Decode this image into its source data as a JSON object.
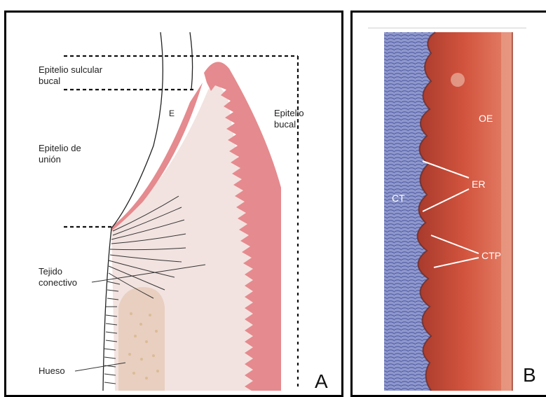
{
  "panel_a": {
    "letter": "A",
    "labels": {
      "epitelio_sulcular": [
        "Epitelio sulcular",
        "bucal"
      ],
      "epitelio_bucal": [
        "Epitelio",
        "bucal"
      ],
      "enamel": "E",
      "epitelio_union": [
        "Epitelio de",
        "unión"
      ],
      "tejido_conectivo": [
        "Tejido",
        "conectivo"
      ],
      "hueso": "Hueso"
    },
    "colors": {
      "epithelium": "#e58a8e",
      "connective": "#f2e3e0",
      "bone": "#e8cfc0",
      "dashed": "#111111"
    }
  },
  "panel_b": {
    "letter": "B",
    "labels": {
      "oe": "OE",
      "er": "ER",
      "ct": "CT",
      "ctp": "CTP"
    },
    "colors": {
      "epithelium": "#d2543e",
      "epithelium_dark": "#a83a2c",
      "connective": "#7d88c4",
      "connective_light": "#c8cce6"
    }
  }
}
